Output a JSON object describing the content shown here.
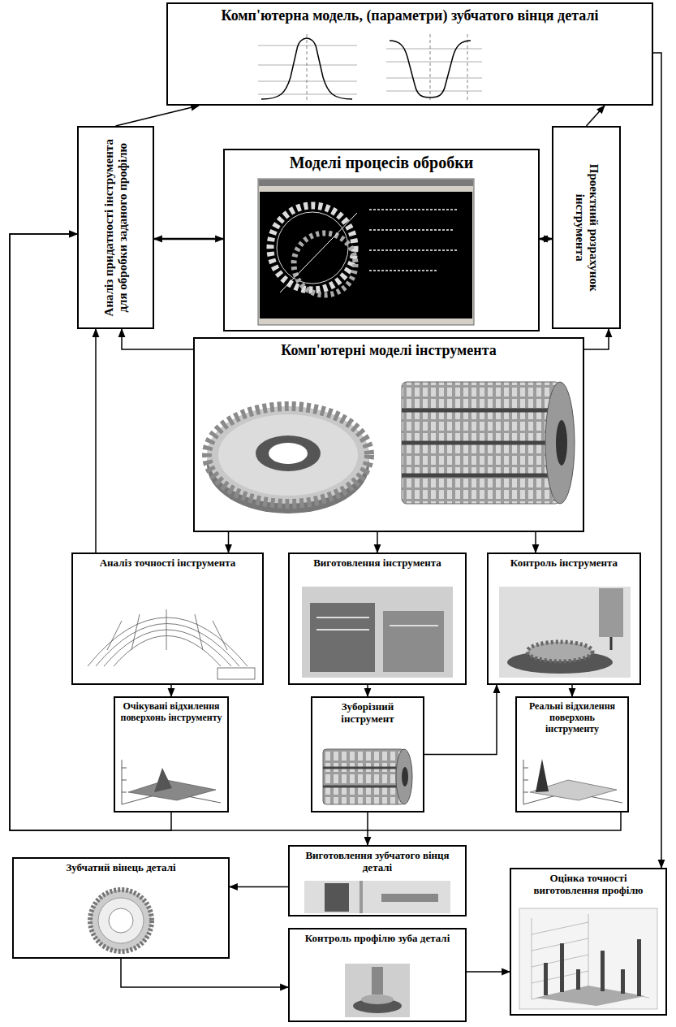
{
  "diagram": {
    "nodes": [
      {
        "text": [
          "Комп'ютерна модель, (параметри) зубчатого вінця деталі"
        ]
      },
      {
        "text": [
          "Аналіз придатності інструмента для обробки заданого профілю"
        ]
      },
      {
        "text": [
          "Моделі процесів обробки"
        ]
      },
      {
        "text": [
          "Проектний розрахунок інструмента"
        ]
      },
      {
        "text": [
          "Комп'ютерні моделі інструмента"
        ]
      },
      {
        "text": [
          "Аналіз точності інструмента"
        ]
      },
      {
        "text": [
          "Виготовлення інструмента"
        ]
      },
      {
        "text": [
          "Контроль інструмента"
        ]
      },
      {
        "text": [
          "Очікувані відхилення поверхонь інструменту"
        ]
      },
      {
        "text": [
          "Зуборізний інструмент"
        ]
      },
      {
        "text": [
          "Реальні відхилення поверхонь інструменту"
        ]
      },
      {
        "text": [
          "Виготовлення зубчатого вінця деталі"
        ]
      },
      {
        "text": [
          "Зубчатий вінець деталі"
        ]
      },
      {
        "text": [
          "Оцінка точності виготовлення профілю"
        ]
      },
      {
        "text": [
          "Контроль профілю зуба деталі"
        ]
      }
    ],
    "edges": [
      {
        "from": 1,
        "to": 0,
        "arrow": "to"
      },
      {
        "from": 3,
        "to": 0,
        "arrow": "to"
      },
      {
        "from": 1,
        "to": 2,
        "arrow": "both"
      },
      {
        "from": 2,
        "to": 3,
        "arrow": "both"
      },
      {
        "from": 4,
        "to": 1,
        "arrow": "to"
      },
      {
        "from": 4,
        "to": 3,
        "arrow": "to"
      },
      {
        "from": 4,
        "to": 5,
        "arrow": "to"
      },
      {
        "from": 4,
        "to": 6,
        "arrow": "to"
      },
      {
        "from": 4,
        "to": 7,
        "arrow": "to"
      },
      {
        "from": 5,
        "to": 1,
        "arrow": "to"
      },
      {
        "from": 5,
        "to": 8,
        "arrow": "to"
      },
      {
        "from": 6,
        "to": 9,
        "arrow": "to"
      },
      {
        "from": 9,
        "to": 7,
        "arrow": "to"
      },
      {
        "from": 7,
        "to": 10,
        "arrow": "to"
      },
      {
        "from": 10,
        "to": 1,
        "arrow": "to"
      },
      {
        "from": 8,
        "to": 1,
        "arrow": "to"
      },
      {
        "from": 9,
        "to": 11,
        "arrow": "to"
      },
      {
        "from": 0,
        "to": 13,
        "arrow": "to"
      },
      {
        "from": 11,
        "to": 12,
        "arrow": "to"
      },
      {
        "from": 12,
        "to": 14,
        "arrow": "to"
      },
      {
        "from": 14,
        "to": 13,
        "arrow": "to"
      }
    ]
  }
}
